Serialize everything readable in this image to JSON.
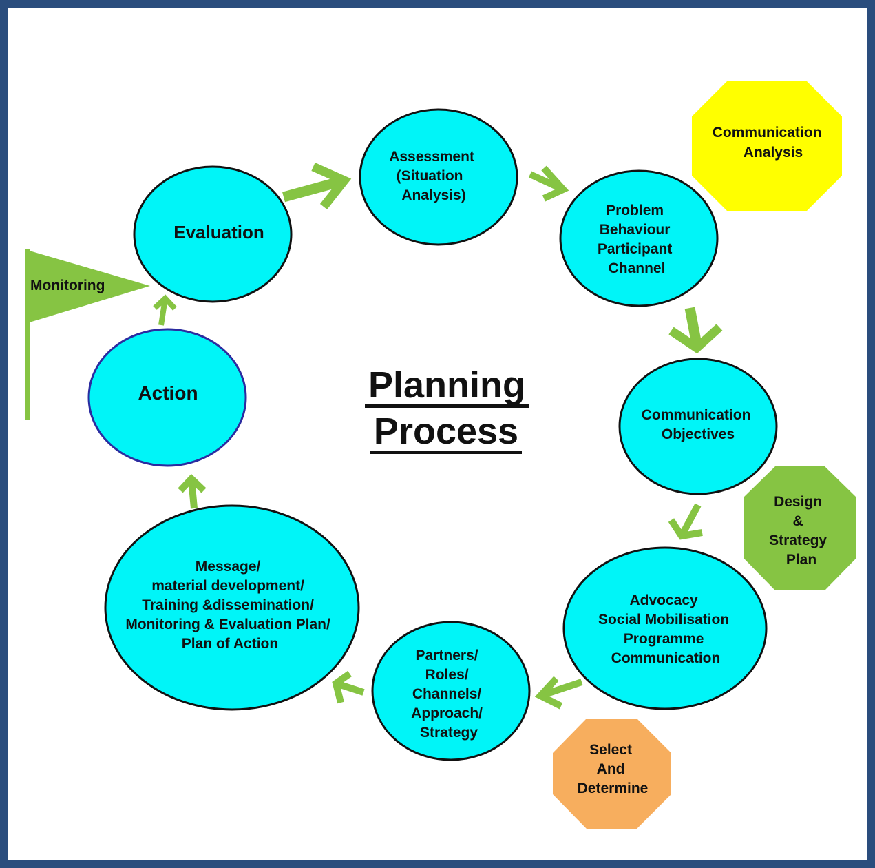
{
  "title": {
    "line1": "Planning",
    "line2": "Process"
  },
  "nodes": {
    "assessment": [
      "Assessment",
      "(Situation",
      "Analysis)"
    ],
    "problem": [
      "Problem",
      "Behaviour",
      "Participant",
      "Channel"
    ],
    "objectives": [
      "Communication",
      "Objectives"
    ],
    "advocacy": [
      "Advocacy",
      "Social Mobilisation",
      "Programme",
      "Communication"
    ],
    "partners": [
      "Partners/",
      "Roles/",
      "Channels/",
      "Approach/",
      "Strategy"
    ],
    "message": [
      "Message/",
      "material development/",
      "Training &dissemination/",
      "Monitoring & Evaluation Plan/",
      "Plan of Action"
    ],
    "action": [
      "Action"
    ],
    "evaluation": [
      "Evaluation"
    ]
  },
  "callouts": {
    "communication_analysis": [
      "Communication",
      "Analysis"
    ],
    "design_strategy": [
      "Design",
      "&",
      "Strategy",
      "Plan"
    ],
    "select_determine": [
      "Select",
      "And",
      "Determine"
    ],
    "monitoring": "Monitoring"
  },
  "colors": {
    "frame": "#2a4d7d",
    "node_fill": "#00f5f8",
    "arrow": "#86c443",
    "communication_analysis": "#ffff00",
    "design_strategy": "#86c443",
    "select_determine": "#f7ae5e",
    "monitoring_flag": "#86c443"
  }
}
